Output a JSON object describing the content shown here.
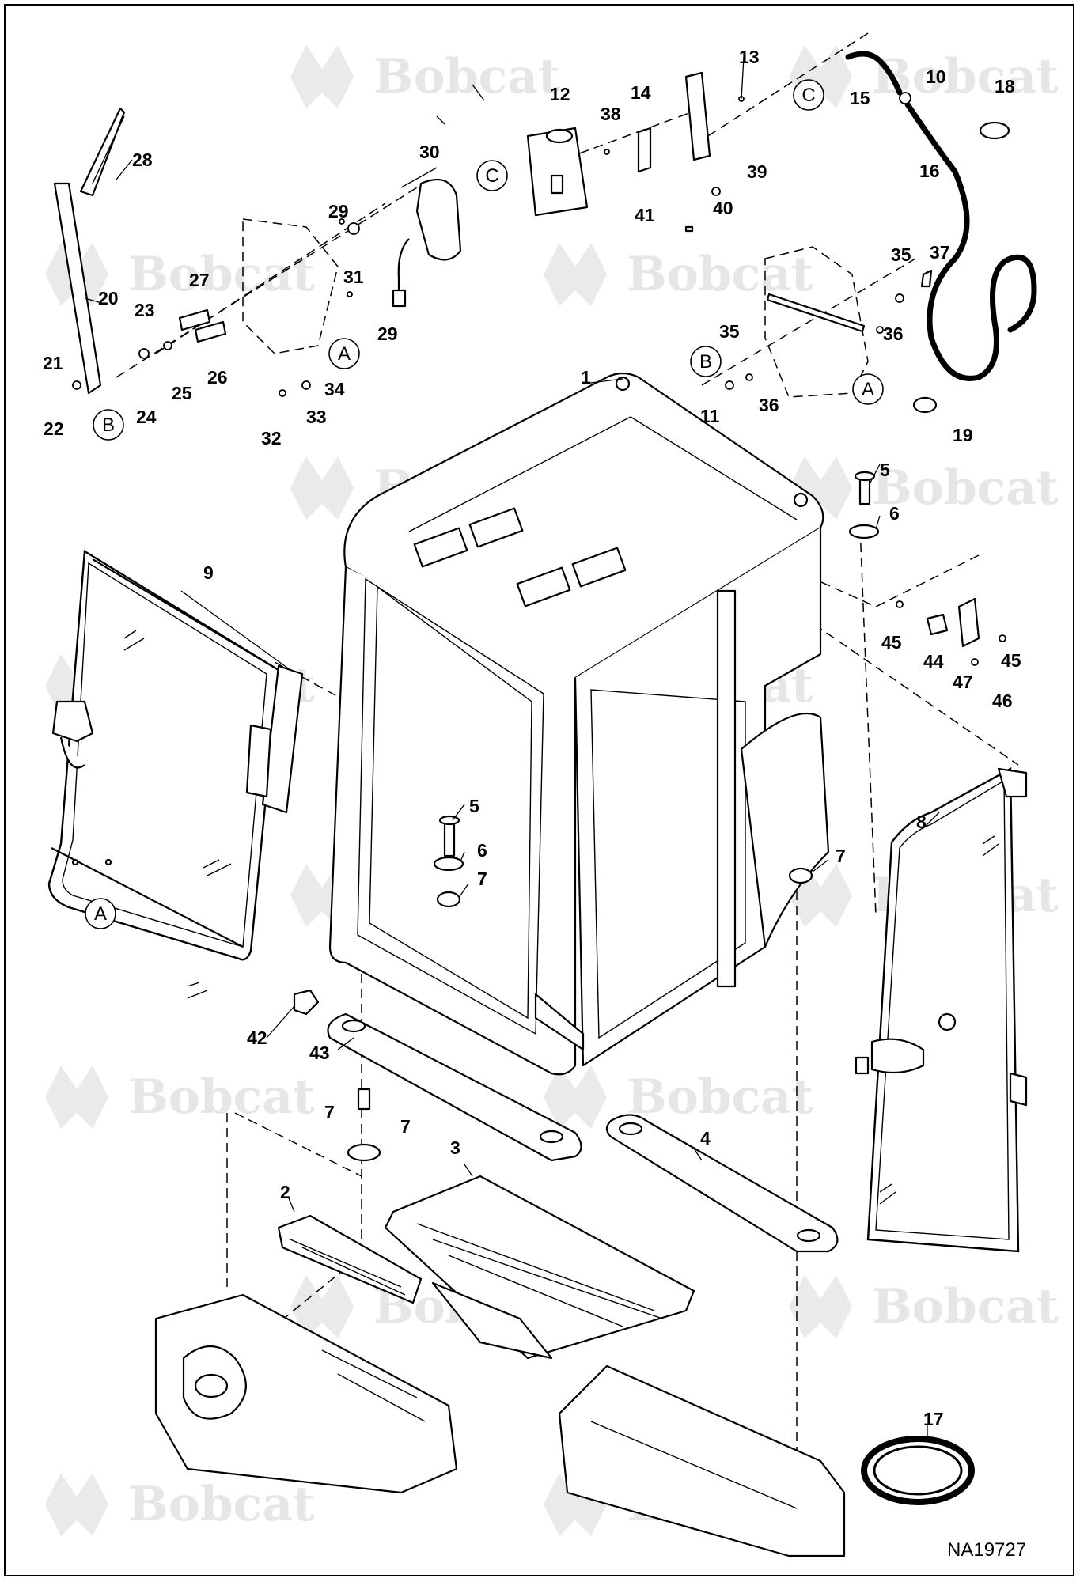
{
  "diagram": {
    "watermark_text": "Bobcat",
    "document_id": "NA19727",
    "callouts": [
      {
        "id": "c1",
        "label": "1"
      },
      {
        "id": "c2",
        "label": "2"
      },
      {
        "id": "c3",
        "label": "3"
      },
      {
        "id": "c4",
        "label": "4"
      },
      {
        "id": "c5a",
        "label": "5"
      },
      {
        "id": "c5b",
        "label": "5"
      },
      {
        "id": "c6a",
        "label": "6"
      },
      {
        "id": "c6b",
        "label": "6"
      },
      {
        "id": "c7a",
        "label": "7"
      },
      {
        "id": "c7b",
        "label": "7"
      },
      {
        "id": "c7c",
        "label": "7"
      },
      {
        "id": "c7d",
        "label": "7"
      },
      {
        "id": "c8",
        "label": "8"
      },
      {
        "id": "c9",
        "label": "9"
      },
      {
        "id": "c10",
        "label": "10"
      },
      {
        "id": "c11",
        "label": "11"
      },
      {
        "id": "c12",
        "label": "12"
      },
      {
        "id": "c13",
        "label": "13"
      },
      {
        "id": "c14",
        "label": "14"
      },
      {
        "id": "c15",
        "label": "15"
      },
      {
        "id": "c16",
        "label": "16"
      },
      {
        "id": "c17",
        "label": "17"
      },
      {
        "id": "c18",
        "label": "18"
      },
      {
        "id": "c19",
        "label": "19"
      },
      {
        "id": "c20",
        "label": "20"
      },
      {
        "id": "c21",
        "label": "21"
      },
      {
        "id": "c22",
        "label": "22"
      },
      {
        "id": "c23",
        "label": "23"
      },
      {
        "id": "c24",
        "label": "24"
      },
      {
        "id": "c25",
        "label": "25"
      },
      {
        "id": "c26",
        "label": "26"
      },
      {
        "id": "c27",
        "label": "27"
      },
      {
        "id": "c28",
        "label": "28"
      },
      {
        "id": "c29a",
        "label": "29"
      },
      {
        "id": "c29b",
        "label": "29"
      },
      {
        "id": "c30",
        "label": "30"
      },
      {
        "id": "c31",
        "label": "31"
      },
      {
        "id": "c32",
        "label": "32"
      },
      {
        "id": "c33",
        "label": "33"
      },
      {
        "id": "c34",
        "label": "34"
      },
      {
        "id": "c35a",
        "label": "35"
      },
      {
        "id": "c35b",
        "label": "35"
      },
      {
        "id": "c36a",
        "label": "36"
      },
      {
        "id": "c36b",
        "label": "36"
      },
      {
        "id": "c37",
        "label": "37"
      },
      {
        "id": "c38",
        "label": "38"
      },
      {
        "id": "c39",
        "label": "39"
      },
      {
        "id": "c40",
        "label": "40"
      },
      {
        "id": "c41",
        "label": "41"
      },
      {
        "id": "c42",
        "label": "42"
      },
      {
        "id": "c43",
        "label": "43"
      },
      {
        "id": "c44",
        "label": "44"
      },
      {
        "id": "c45a",
        "label": "45"
      },
      {
        "id": "c45b",
        "label": "45"
      },
      {
        "id": "c46",
        "label": "46"
      },
      {
        "id": "c47",
        "label": "47"
      }
    ],
    "reference_letters": [
      {
        "id": "rA1",
        "label": "A"
      },
      {
        "id": "rA2",
        "label": "A"
      },
      {
        "id": "rA3",
        "label": "A"
      },
      {
        "id": "rB1",
        "label": "B"
      },
      {
        "id": "rB2",
        "label": "B"
      },
      {
        "id": "rC1",
        "label": "C"
      },
      {
        "id": "rC2",
        "label": "C"
      }
    ]
  }
}
